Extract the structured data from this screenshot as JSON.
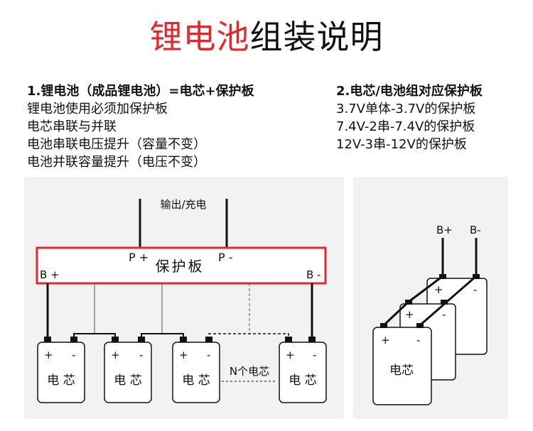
{
  "title": {
    "red": "锂电池",
    "black": "组装说明"
  },
  "left_block": {
    "heading": "1.锂电池（成品锂电池）=电芯+保护板",
    "lines": [
      "锂电池使用必须加保护板",
      "电芯串联与并联",
      "电池串联电压提升（容量不变）",
      "电池并联容量提升（电压不变）"
    ]
  },
  "right_block": {
    "heading": "2.电芯/电池组对应保护板",
    "lines": [
      "3.7V单体-3.7V的保护板",
      "7.4V-2串-7.4V的保护板",
      "12V-3串-12V的保护板"
    ]
  },
  "wiring_diagram": {
    "output_label": "输出/充电",
    "board_label": "保护板",
    "board_p_plus": "P +",
    "board_p_minus": "P -",
    "board_b_plus": "B +",
    "board_b_minus": "B -",
    "board_border_color": "#e5262c",
    "cells": [
      {
        "plus": "+",
        "minus": "-",
        "label": "电 芯"
      },
      {
        "plus": "+",
        "minus": "-",
        "label": "电 芯"
      },
      {
        "plus": "+",
        "minus": "-",
        "label": "电 芯"
      },
      {
        "plus": "+",
        "minus": "-",
        "label": "电 芯"
      }
    ],
    "n_cells_label": "N个电芯"
  },
  "stack_diagram": {
    "b_plus": "B+",
    "b_minus": "B-",
    "cells": [
      {
        "plus": "+",
        "minus": "-"
      },
      {
        "plus": "+",
        "minus": "-"
      },
      {
        "plus": "+",
        "minus": "-",
        "label": "电芯"
      }
    ]
  }
}
